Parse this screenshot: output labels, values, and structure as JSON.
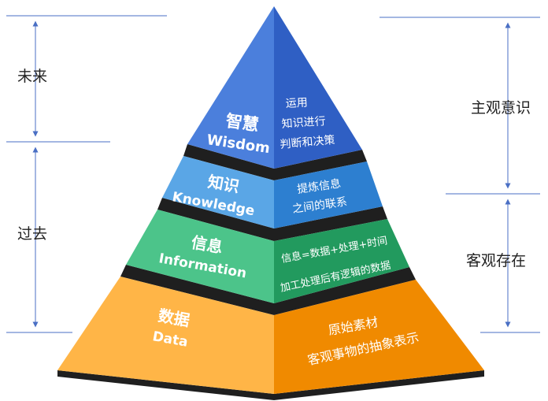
{
  "side_labels": {
    "future": "未来",
    "past": "过去",
    "subjective": "主观意识",
    "objective": "客观存在"
  },
  "layers": [
    {
      "key": "wisdom",
      "zh": "智慧",
      "en": "Wisdom",
      "desc": [
        "运用",
        "知识进行",
        "判断和决策"
      ],
      "colors": {
        "front": "#4b7fdc",
        "side": "#2f5fc4"
      }
    },
    {
      "key": "knowledge",
      "zh": "知识",
      "en": "Knowledge",
      "desc": [
        "提炼信息",
        "之间的联系"
      ],
      "colors": {
        "front": "#5aa6e6",
        "side": "#2d7fd0"
      }
    },
    {
      "key": "information",
      "zh": "信息",
      "en": "Information",
      "desc": [
        "信息=数据+处理+时间",
        "加工处理后有逻辑的数据"
      ],
      "colors": {
        "front": "#4cc48a",
        "side": "#229a5e"
      }
    },
    {
      "key": "data",
      "zh": "数据",
      "en": "Data",
      "desc": [
        "原始素材",
        "客观事物的抽象表示"
      ],
      "colors": {
        "front": "#ffb547",
        "side": "#f08a00"
      }
    }
  ],
  "colors": {
    "guide": "#4a6fc4",
    "dark": "#1f1f1f"
  }
}
